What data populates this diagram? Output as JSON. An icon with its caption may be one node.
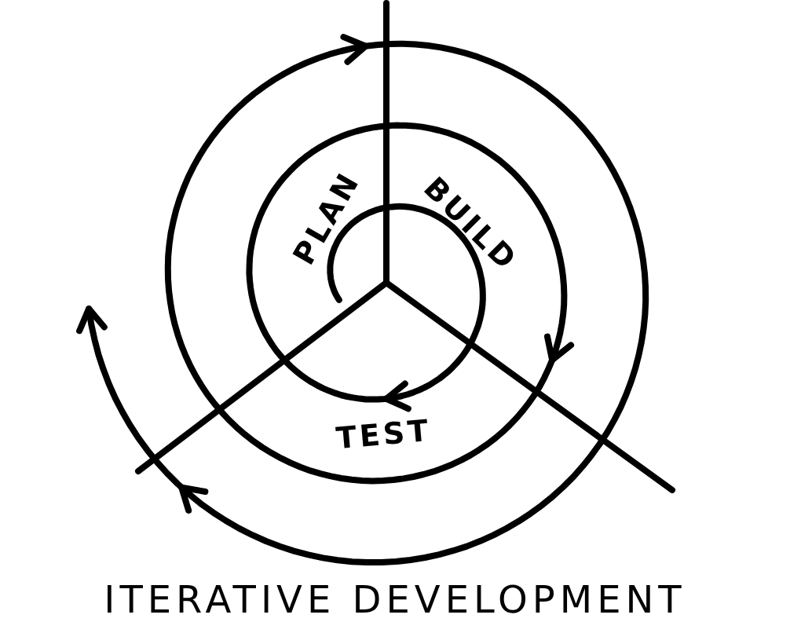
{
  "diagram": {
    "title": "ITERATIVE DEVELOPMENT",
    "labels": [
      "PLAN",
      "BUILD",
      "TEST"
    ]
  }
}
